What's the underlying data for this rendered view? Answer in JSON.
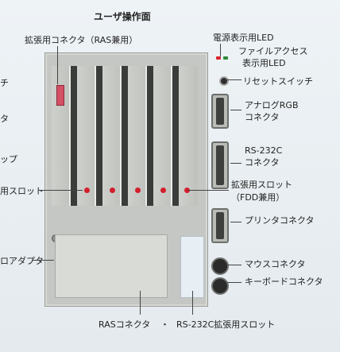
{
  "title": "ユーザ操作面",
  "labels": {
    "ras_connector": "拡張用コネクタ（RAS兼用）",
    "power_led": "電源表示用LED",
    "file_access_line1": "ファイルアクセス",
    "file_access_line2": "表示用LED",
    "reset_switch": "リセットスイッチ",
    "analog_rgb_line1": "アナログRGB",
    "analog_rgb_line2": "コネクタ",
    "rs232c_line1": "RS-232C",
    "rs232c_line2": "コネクタ",
    "expansion_slot_line1": "拡張用スロット",
    "expansion_slot_line2": "（FDD兼用）",
    "printer_connector": "プリンタコネクタ",
    "mouse_connector": "マウスコネクタ",
    "keyboard_connector": "キーボードコネクタ",
    "ras_bottom": "RASコネクタ",
    "separator": "・",
    "rs232c_expansion": "RS-232C拡張用スロット",
    "left_partial_1": "チ",
    "left_partial_2": "タ",
    "left_partial_3": "ップ",
    "left_partial_4": "用スロット",
    "left_partial_5": "ロアダプタ"
  },
  "colors": {
    "callout_dot": "#d31f2a",
    "power_led": "#d8262e",
    "access_led": "#2f8a3a"
  }
}
